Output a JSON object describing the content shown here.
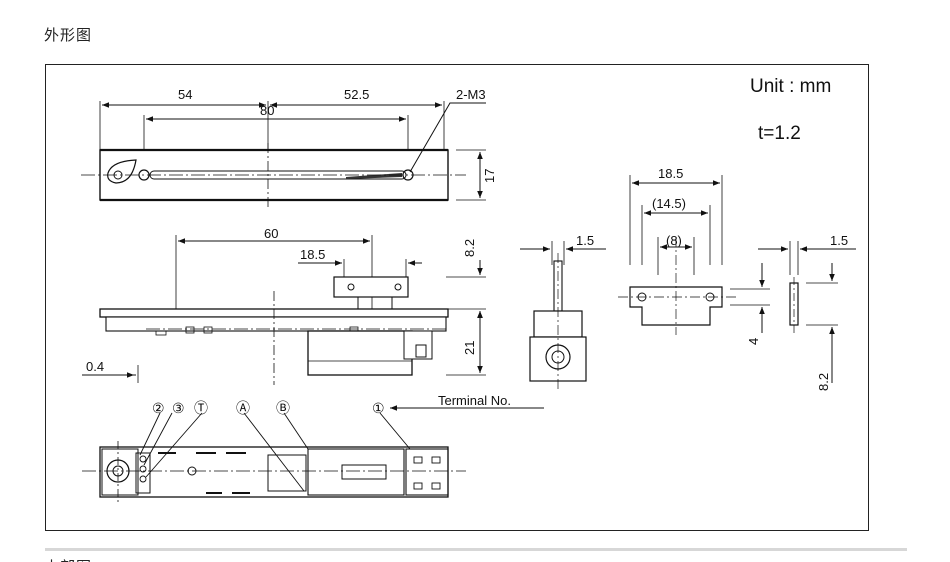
{
  "page": {
    "heading": "外形图",
    "next_heading": "内部图"
  },
  "drawing": {
    "unit_label": "Unit : mm",
    "thickness_label": "t=1.2",
    "top_view": {
      "dim_left_span": "54",
      "dim_right_span": "52.5",
      "dim_travel": "80",
      "dim_height": "17",
      "screw_callout": "2-M3"
    },
    "side_view": {
      "dim_length": "60",
      "dim_bracket_width": "18.5",
      "dim_bracket_height": "8.2",
      "dim_body_height": "21",
      "dim_offset": "0.4"
    },
    "end_view": {
      "dim_shaft": "1.5"
    },
    "bracket_view": {
      "dim_outer": "18.5",
      "dim_inner": "(14.5)",
      "dim_holes": "(8)",
      "dim_hole_height": "4"
    },
    "bracket_side_view": {
      "dim_thickness": "1.5",
      "dim_height": "8.2"
    },
    "bottom_view": {
      "terminal_label": "Terminal No.",
      "terminals": [
        "②",
        "③",
        "Ⓣ",
        "Ⓐ",
        "Ⓑ",
        "①"
      ]
    }
  }
}
